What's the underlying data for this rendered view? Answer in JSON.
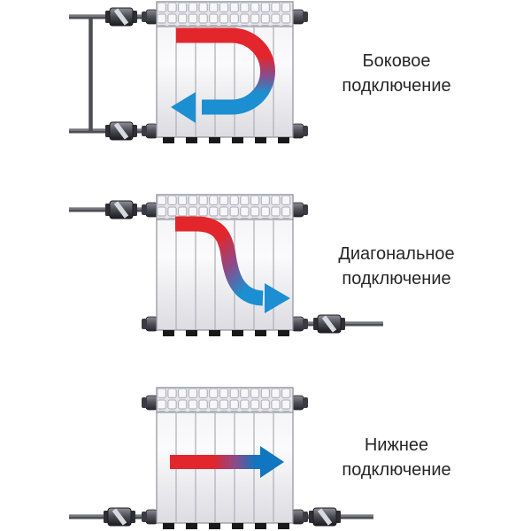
{
  "figure": {
    "background": "#ffffff",
    "panel_count": 3
  },
  "diagrams": [
    {
      "label": "Боковое\nподключение",
      "arrow_shape": "u-turn-left",
      "arrow_flow": "hot-top-to-cold-bottom"
    },
    {
      "label": "Диагональное\nподключение",
      "arrow_shape": "s-curve-to-bottom-right",
      "arrow_flow": "hot-top-left-to-cold-bottom-right"
    },
    {
      "label": "Нижнее\nподключение",
      "arrow_shape": "straight-right",
      "arrow_flow": "hot-left-to-cold-right"
    }
  ],
  "colors": {
    "hot_flow": "#e2262b",
    "blend": "#8e4a87",
    "cold_flow": "#1b8fd1",
    "cold_deep": "#0f76bf",
    "pipe": "#4d4d54",
    "valve_body": "#3c3c44",
    "radiator_body": "#f2f2f6",
    "radiator_outline": "#90909a",
    "feet": "#191919",
    "label_text": "#262626",
    "background": "#ffffff"
  }
}
